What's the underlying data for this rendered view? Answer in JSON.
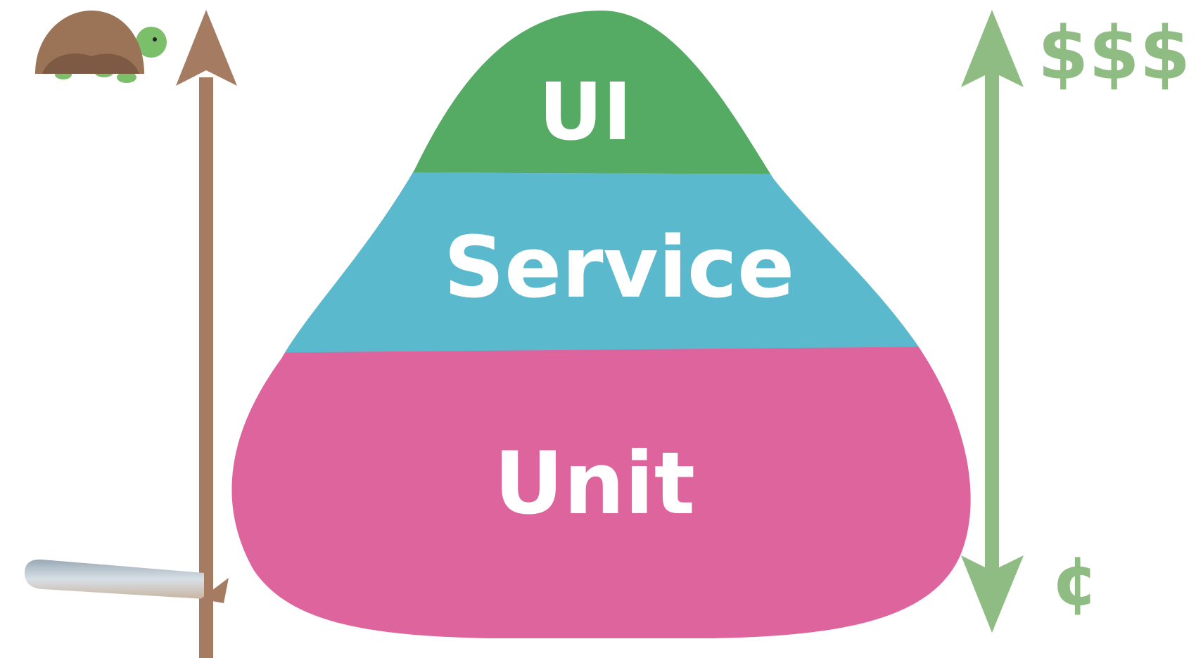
{
  "pyramid": {
    "layers": [
      {
        "label": "UI",
        "color": "#55ab63"
      },
      {
        "label": "Service",
        "color": "#5ab9cc"
      },
      {
        "label": "Unit",
        "color": "#de649d"
      }
    ]
  },
  "speed_axis": {
    "arrow_color": "#a57b62",
    "top_icon": "turtle-icon",
    "bottom_icon": "rocket-icon"
  },
  "cost_axis": {
    "arrow_color": "#8fbc82",
    "top_label": "$$$",
    "bottom_label": "¢"
  },
  "colors": {
    "turtle_shell": "#9b7356",
    "turtle_shell_dark": "#7c5a43",
    "turtle_skin": "#7cbf6a",
    "rocket_body": "#aab8c4"
  }
}
